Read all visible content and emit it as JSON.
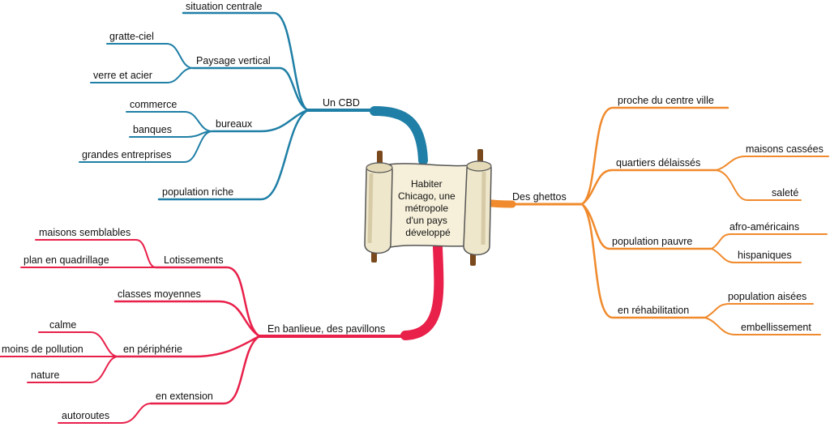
{
  "center": {
    "lines": [
      "Habiter",
      "Chicago, une",
      "métropole",
      "d'un pays",
      "développé"
    ]
  },
  "colors": {
    "cbd": "#1f7fa6",
    "ghettos": "#f08a2c",
    "banlieue": "#e8204a"
  },
  "branches": {
    "cbd": {
      "label": "Un CBD",
      "items": {
        "situation": "situation centrale",
        "paysage": "Paysage vertical",
        "gratte_ciel": "gratte-ciel",
        "verre_acier": "verre et acier",
        "bureaux": "bureaux",
        "commerce": "commerce",
        "banques": "banques",
        "entreprises": "grandes entreprises",
        "population_riche": "population riche"
      }
    },
    "ghettos": {
      "label": "Des ghettos",
      "items": {
        "proche": "proche du centre ville",
        "quartiers": "quartiers délaissés",
        "maisons_cassees": "maisons cassées",
        "salete": "saleté",
        "pop_pauvre": "population pauvre",
        "afro": "afro-américains",
        "hispaniques": "hispaniques",
        "rehab": "en réhabilitation",
        "pop_aisees": "population aisées",
        "embellissement": "embellissement"
      }
    },
    "banlieue": {
      "label": "En banlieue, des pavillons",
      "items": {
        "lotissements": "Lotissements",
        "maisons_semblables": "maisons semblables",
        "plan_quadrillage": "plan en quadrillage",
        "classes_moyennes": "classes moyennes",
        "peripherie": "en périphérie",
        "calme": "calme",
        "pollution": "moins de pollution",
        "nature": "nature",
        "extension": "en extension",
        "autoroutes": "autoroutes"
      }
    }
  }
}
